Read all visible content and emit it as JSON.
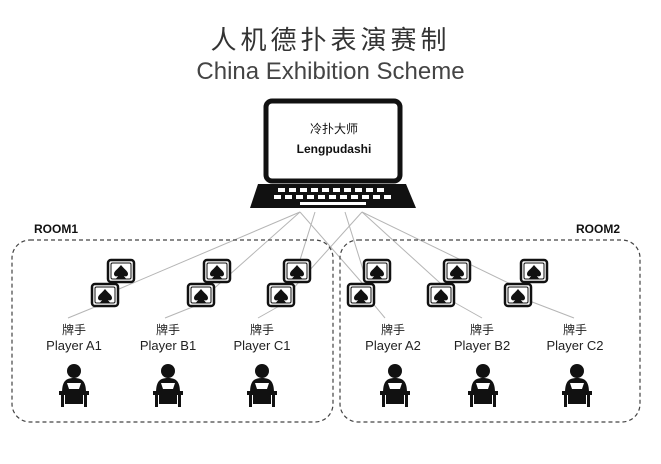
{
  "title": {
    "chinese": "人机德扑表演赛制",
    "english": "China Exhibition Scheme"
  },
  "computer": {
    "name_cn": "冷扑大师",
    "name_en": "Lengpudashi"
  },
  "rooms": [
    {
      "label": "ROOM1"
    },
    {
      "label": "ROOM2"
    }
  ],
  "players": [
    {
      "role": "牌手",
      "name": "Player A1"
    },
    {
      "role": "牌手",
      "name": "Player B1"
    },
    {
      "role": "牌手",
      "name": "Player C1"
    },
    {
      "role": "牌手",
      "name": "Player A2"
    },
    {
      "role": "牌手",
      "name": "Player B2"
    },
    {
      "role": "牌手",
      "name": "Player C2"
    }
  ],
  "colors": {
    "line": "#b5b5b5",
    "ink": "#111111",
    "room_border": "#444444"
  }
}
